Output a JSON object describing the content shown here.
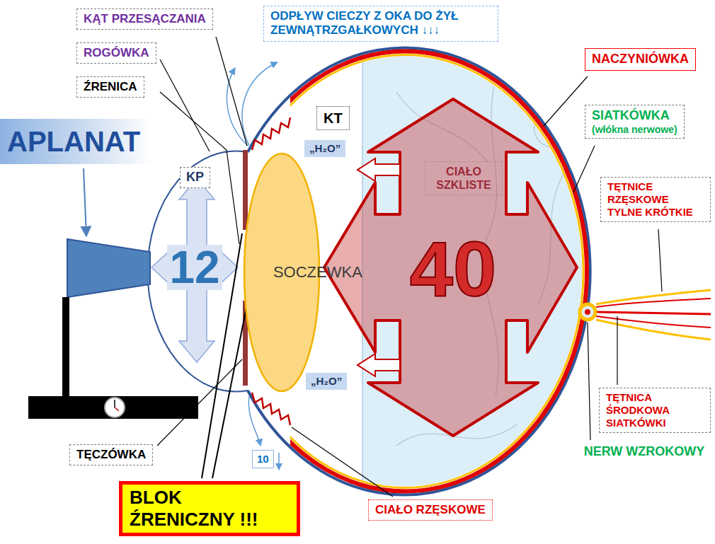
{
  "diagram": {
    "nodes": [
      {
        "text": [
          "KĄT PRZESĄCZANIA"
        ]
      },
      {
        "text": [
          "ODPŁYW CIECZY Z OKA DO ŻYŁ ZEWNĄTRZGAŁKOWYCH ↓↓↓"
        ]
      },
      {
        "text": [
          "ROGÓWKA"
        ]
      },
      {
        "text": [
          "NACZYNIÓWKA"
        ]
      },
      {
        "text": [
          "ŹRENICA"
        ]
      },
      {
        "text": [
          "KT"
        ]
      },
      {
        "text": [
          "SIATKÓWKA",
          "(włókna nerwowe)"
        ]
      },
      {
        "text": [
          "APLANAT"
        ]
      },
      {
        "text": [
          "„H₂O”"
        ]
      },
      {
        "text": [
          "CIAŁO SZKLISTE"
        ]
      },
      {
        "text": [
          "KP"
        ]
      },
      {
        "text": [
          "SOCZEWKA"
        ]
      },
      {
        "text": [
          "TĘTNICE RZĘSKOWE TYLNE KRÓTKIE"
        ]
      },
      {
        "text": [
          "„H₂O”"
        ]
      },
      {
        "text": [
          "TĘTNICA ŚRODKOWA SIATKÓWKI"
        ]
      },
      {
        "text": [
          "TĘCZÓWKA"
        ]
      },
      {
        "text": [
          "10"
        ]
      },
      {
        "text": [
          "CIAŁO RZĘSKOWE"
        ]
      },
      {
        "text": [
          "BLOK ŹRENICZNY !!!"
        ]
      }
    ],
    "labels": [
      "12",
      "40",
      "NERW WZROKOWY"
    ]
  }
}
